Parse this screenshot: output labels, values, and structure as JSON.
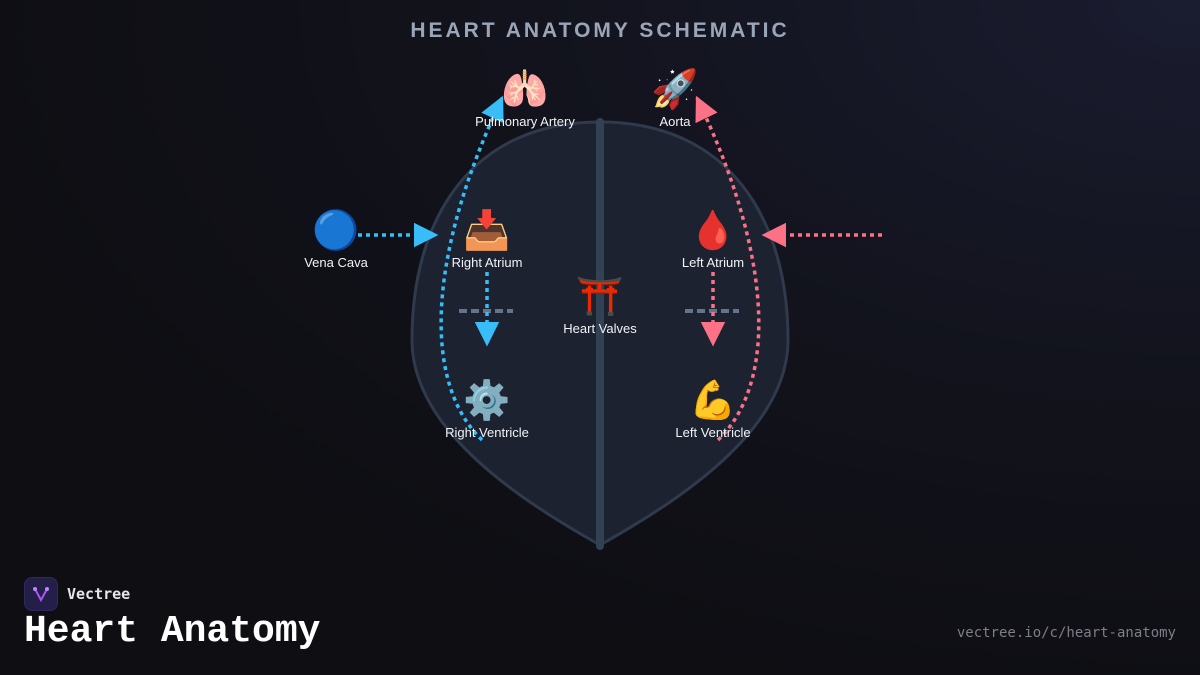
{
  "title": "HEART ANATOMY SCHEMATIC",
  "nodes": {
    "pulmonary_artery": {
      "label": "Pulmonary Artery",
      "icon": "🫁"
    },
    "aorta": {
      "label": "Aorta",
      "icon": "🚀"
    },
    "vena_cava": {
      "label": "Vena Cava",
      "icon": "🔵"
    },
    "right_atrium": {
      "label": "Right Atrium",
      "icon": "📥"
    },
    "left_atrium": {
      "label": "Left Atrium",
      "icon": "🩸"
    },
    "heart_valves": {
      "label": "Heart Valves",
      "icon": "⛩️"
    },
    "right_ventricle": {
      "label": "Right Ventricle",
      "icon": "⚙️"
    },
    "left_ventricle": {
      "label": "Left Ventricle",
      "icon": "💪"
    }
  },
  "colors": {
    "deoxygenated": "#38bdf8",
    "oxygenated": "#fb7185",
    "heart": "#1c2230"
  },
  "brand": {
    "name": "Vectree",
    "title": "Heart Anatomy",
    "url": "vectree.io/c/heart-anatomy"
  }
}
